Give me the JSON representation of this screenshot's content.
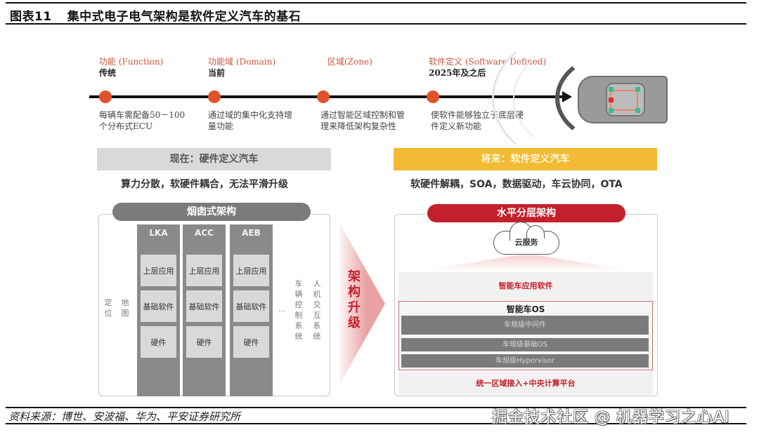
{
  "figure": {
    "number": "图表11",
    "title": "集中式电子电气架构是软件定义汽车的基石"
  },
  "timeline": {
    "stages": [
      {
        "heading": "功能 (Function)",
        "era": "传统",
        "description": "每辆车需配备50－100个分布式ECU"
      },
      {
        "heading": "功能域 (Domain)",
        "era": "当前",
        "description": "通过域的集中化支持增量功能"
      },
      {
        "heading": "区域(Zone)",
        "era": "",
        "description": "通过智能区域控制和管理来降低架构复杂性"
      },
      {
        "heading": "软件定义 (Software Defined)",
        "era": "2025年及之后",
        "description": "使软件能够独立于底层硬件定义新功能"
      }
    ],
    "dot_color": "#e2522a",
    "heading_color": "#c9573d"
  },
  "now": {
    "banner": "现在：硬件定义汽车",
    "tagline": "算力分散，软硬件耦合，无法平滑升级",
    "banner_color": "#d9d9d9"
  },
  "future": {
    "banner": "将来：软件定义汽车",
    "tagline": "软硬件解耦，SOA，数据驱动，车云协同，OTA",
    "banner_color": "#f2bb33"
  },
  "chimney": {
    "title": "烟囱式架构",
    "side_left": [
      "定位",
      "地图"
    ],
    "columns": [
      {
        "name": "LKA",
        "cells": [
          "上层应用",
          "基础软件",
          "硬件"
        ]
      },
      {
        "name": "ACC",
        "cells": [
          "上层应用",
          "基础软件",
          "硬件"
        ]
      },
      {
        "name": "AEB",
        "cells": [
          "上层应用",
          "基础软件",
          "硬件"
        ]
      }
    ],
    "ellipsis": "…",
    "side_right": [
      "车辆控制系统",
      "人机交互系统"
    ]
  },
  "upgrade": {
    "label": "架构升级",
    "color": "#c4202b"
  },
  "layered": {
    "title": "水平分层架构",
    "cloud": "云服务",
    "app_layer": "智能车应用软件",
    "os_title": "智能车OS",
    "os_layers": [
      "车规级中间件",
      "车规级基础OS",
      "车规级Hypervisor"
    ],
    "platform": "统一区域接入+中央计算平台",
    "accent_color": "#c4202b"
  },
  "footer": {
    "source": "资料来源：博世、安波福、华为、平安证券研究所",
    "watermark": "掘金技术社区 @ 机器学习之心AI"
  }
}
